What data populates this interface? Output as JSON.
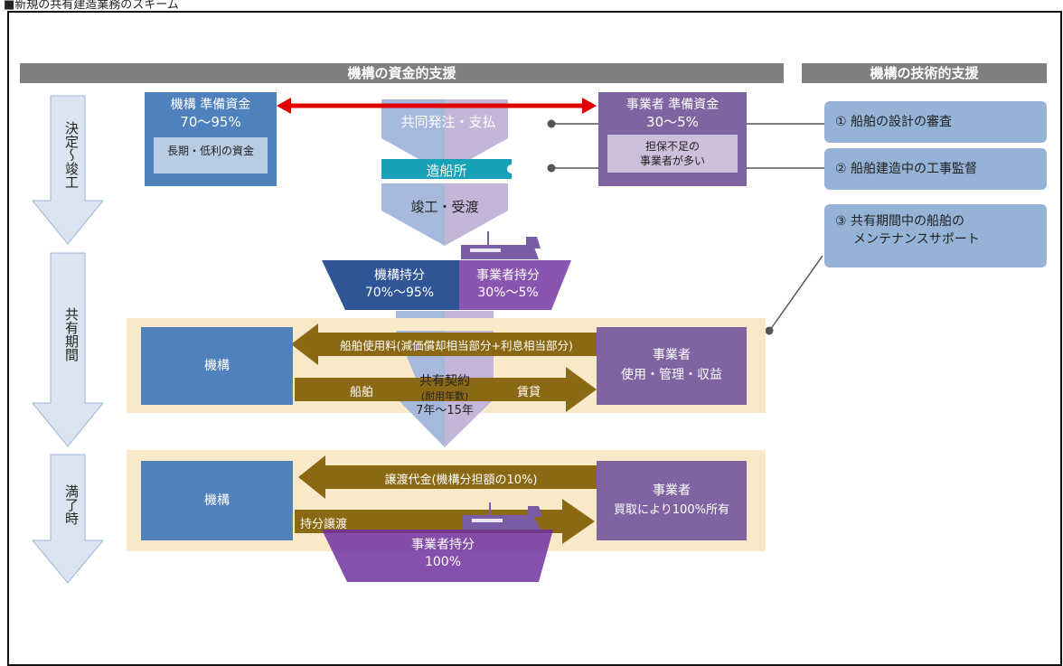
{
  "caption": "■新規の共有建造業務のスキーム",
  "headers": {
    "financial": "機構の資金的支援",
    "technical": "機構の技術的支援"
  },
  "phases": {
    "completion": "決定～竣工",
    "shared": "共有期間",
    "end": "満了時"
  },
  "kiko_fund": {
    "title": "機構 準備資金",
    "percent": "70～95%",
    "note": "長期・低利の資金"
  },
  "operator_fund": {
    "title": "事業者 準備資金",
    "percent": "30～5%",
    "note": "担保不足の\n事業者が多い"
  },
  "flow": {
    "joint_order": "共同発注・支払",
    "shipyard": "造船所",
    "handover": "竣工・受渡"
  },
  "ship_shares": {
    "kiko": "機構持分",
    "kiko_pct": "70%～95%",
    "operator": "事業者持分",
    "operator_pct": "30%～5%"
  },
  "shared_period": {
    "kiko_label": "機構",
    "usage_fee": "船舶使用料(減価償却相当部分+利息相当部分)",
    "ship": "船舶",
    "lease": "賃貸",
    "contract": "共有契約",
    "lifespan": "(耐用年数)",
    "years": "7年～15年",
    "operator_label": "事業者",
    "operator_role": "使用・管理・収益"
  },
  "expiry": {
    "kiko_label": "機構",
    "transfer_payment": "譲渡代金(機構分担額の10%)",
    "share_transfer": "持分譲渡",
    "operator_label": "事業者",
    "operator_role": "買取により100%所有",
    "final_share": "事業者持分",
    "final_pct": "100%"
  },
  "technical_support": [
    "① 船舶の設計の審査",
    "② 船舶建造中の工事監督",
    "③ 共有期間中の船舶の",
    "メンテナンスサポート"
  ],
  "colors": {
    "kiko_blue": "#4f81bd",
    "operator_purple": "#8064a2",
    "tech_blue": "#95b3d7",
    "beige": "#f8e9c8",
    "brown_arrow": "#8b6914",
    "red_arrow": "#e00000",
    "teal_shipyard": "#17a2b8"
  }
}
